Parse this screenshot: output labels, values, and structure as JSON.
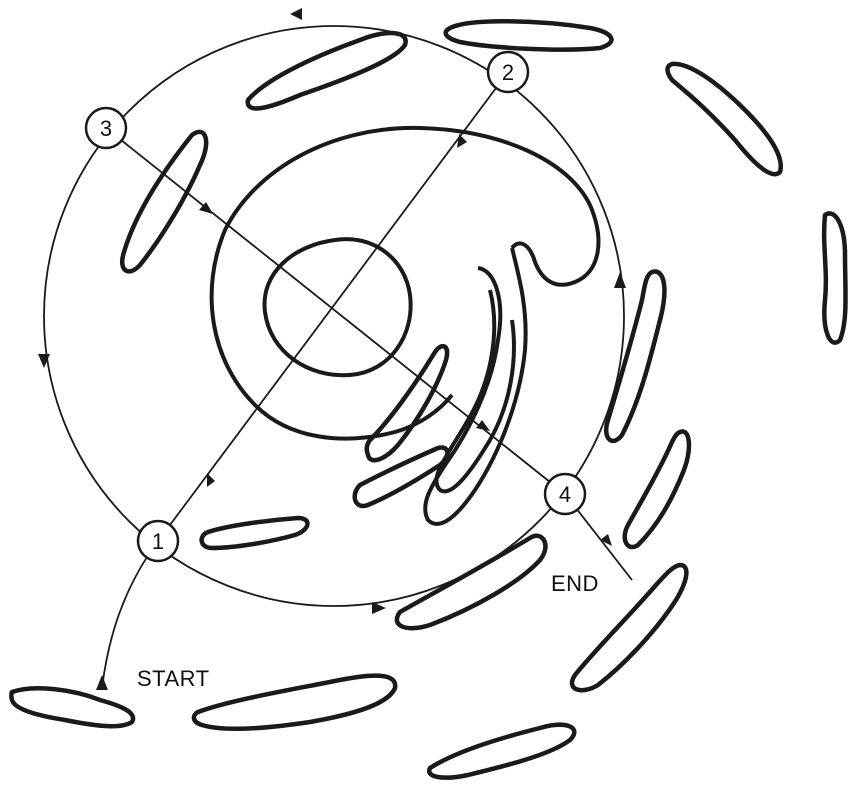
{
  "labels": {
    "start": "START",
    "end": "END"
  },
  "waypoints": [
    {
      "number": "1"
    },
    {
      "number": "2"
    },
    {
      "number": "3"
    },
    {
      "number": "4"
    }
  ],
  "colors": {
    "ink": "#1a1a1a",
    "background": "#ffffff"
  }
}
